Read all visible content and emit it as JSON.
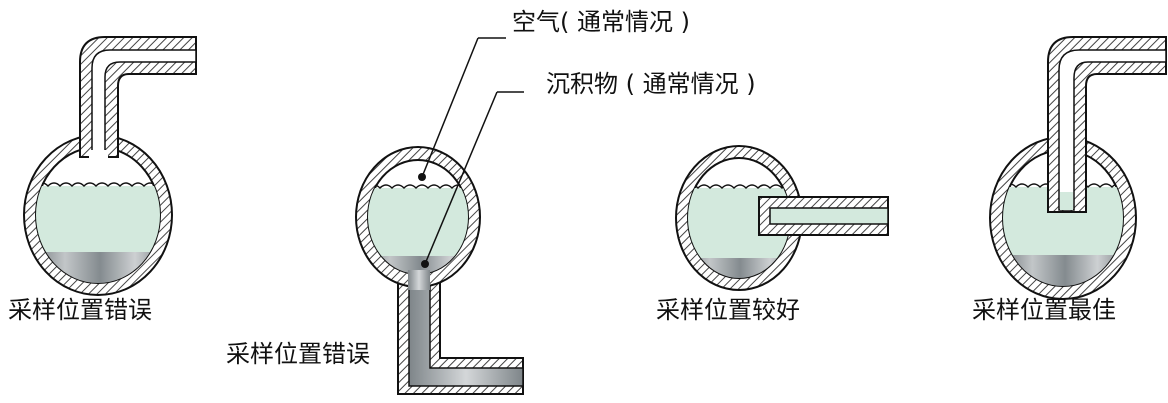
{
  "annotations": {
    "air": "空气( 通常情况 )",
    "sediment": "沉积物 ( 通常情况 )"
  },
  "captions": {
    "diagram_1": "采样位置错误",
    "diagram_2": "采样位置错误",
    "diagram_3": "采样位置较好",
    "diagram_4": "采样位置最佳"
  },
  "colors": {
    "liquid": "#d3e9dd",
    "sediment": "#9aa0a4",
    "hatch": "#444444",
    "outline": "#111111"
  }
}
